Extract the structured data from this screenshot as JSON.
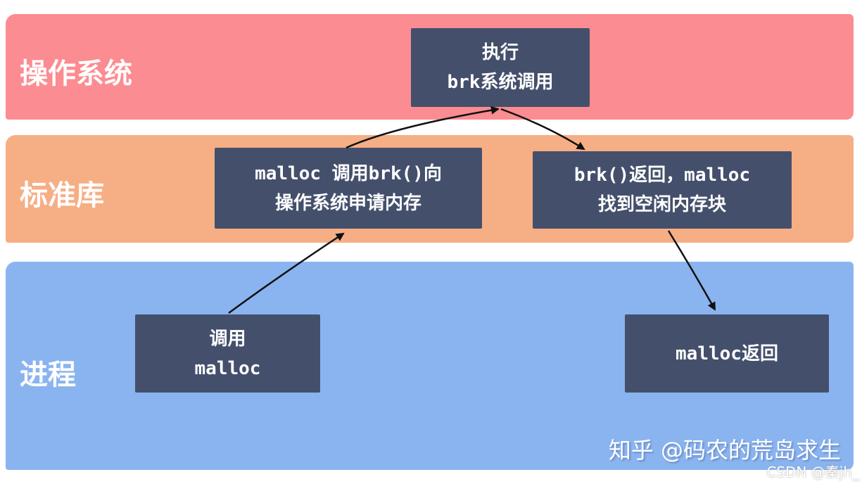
{
  "layers": {
    "os": {
      "label": "操作系统",
      "color": "#fb8c91"
    },
    "lib": {
      "label": "标准库",
      "color": "#f6ae85"
    },
    "process": {
      "label": "进程",
      "color": "#8ab4f0"
    }
  },
  "boxes": {
    "brk_exec": [
      "执行",
      "brk系统调用"
    ],
    "malloc_request": [
      "malloc 调用brk()向",
      "操作系统申请内存"
    ],
    "brk_return": [
      "brk()返回，malloc",
      "找到空闲内存块"
    ],
    "call_malloc": [
      "调用",
      "malloc"
    ],
    "malloc_return": [
      "malloc返回"
    ]
  },
  "box_color": "#44506b",
  "watermark": "知乎 @码农的荒岛求生",
  "csdn_watermark": "CSDN @秦jh_"
}
